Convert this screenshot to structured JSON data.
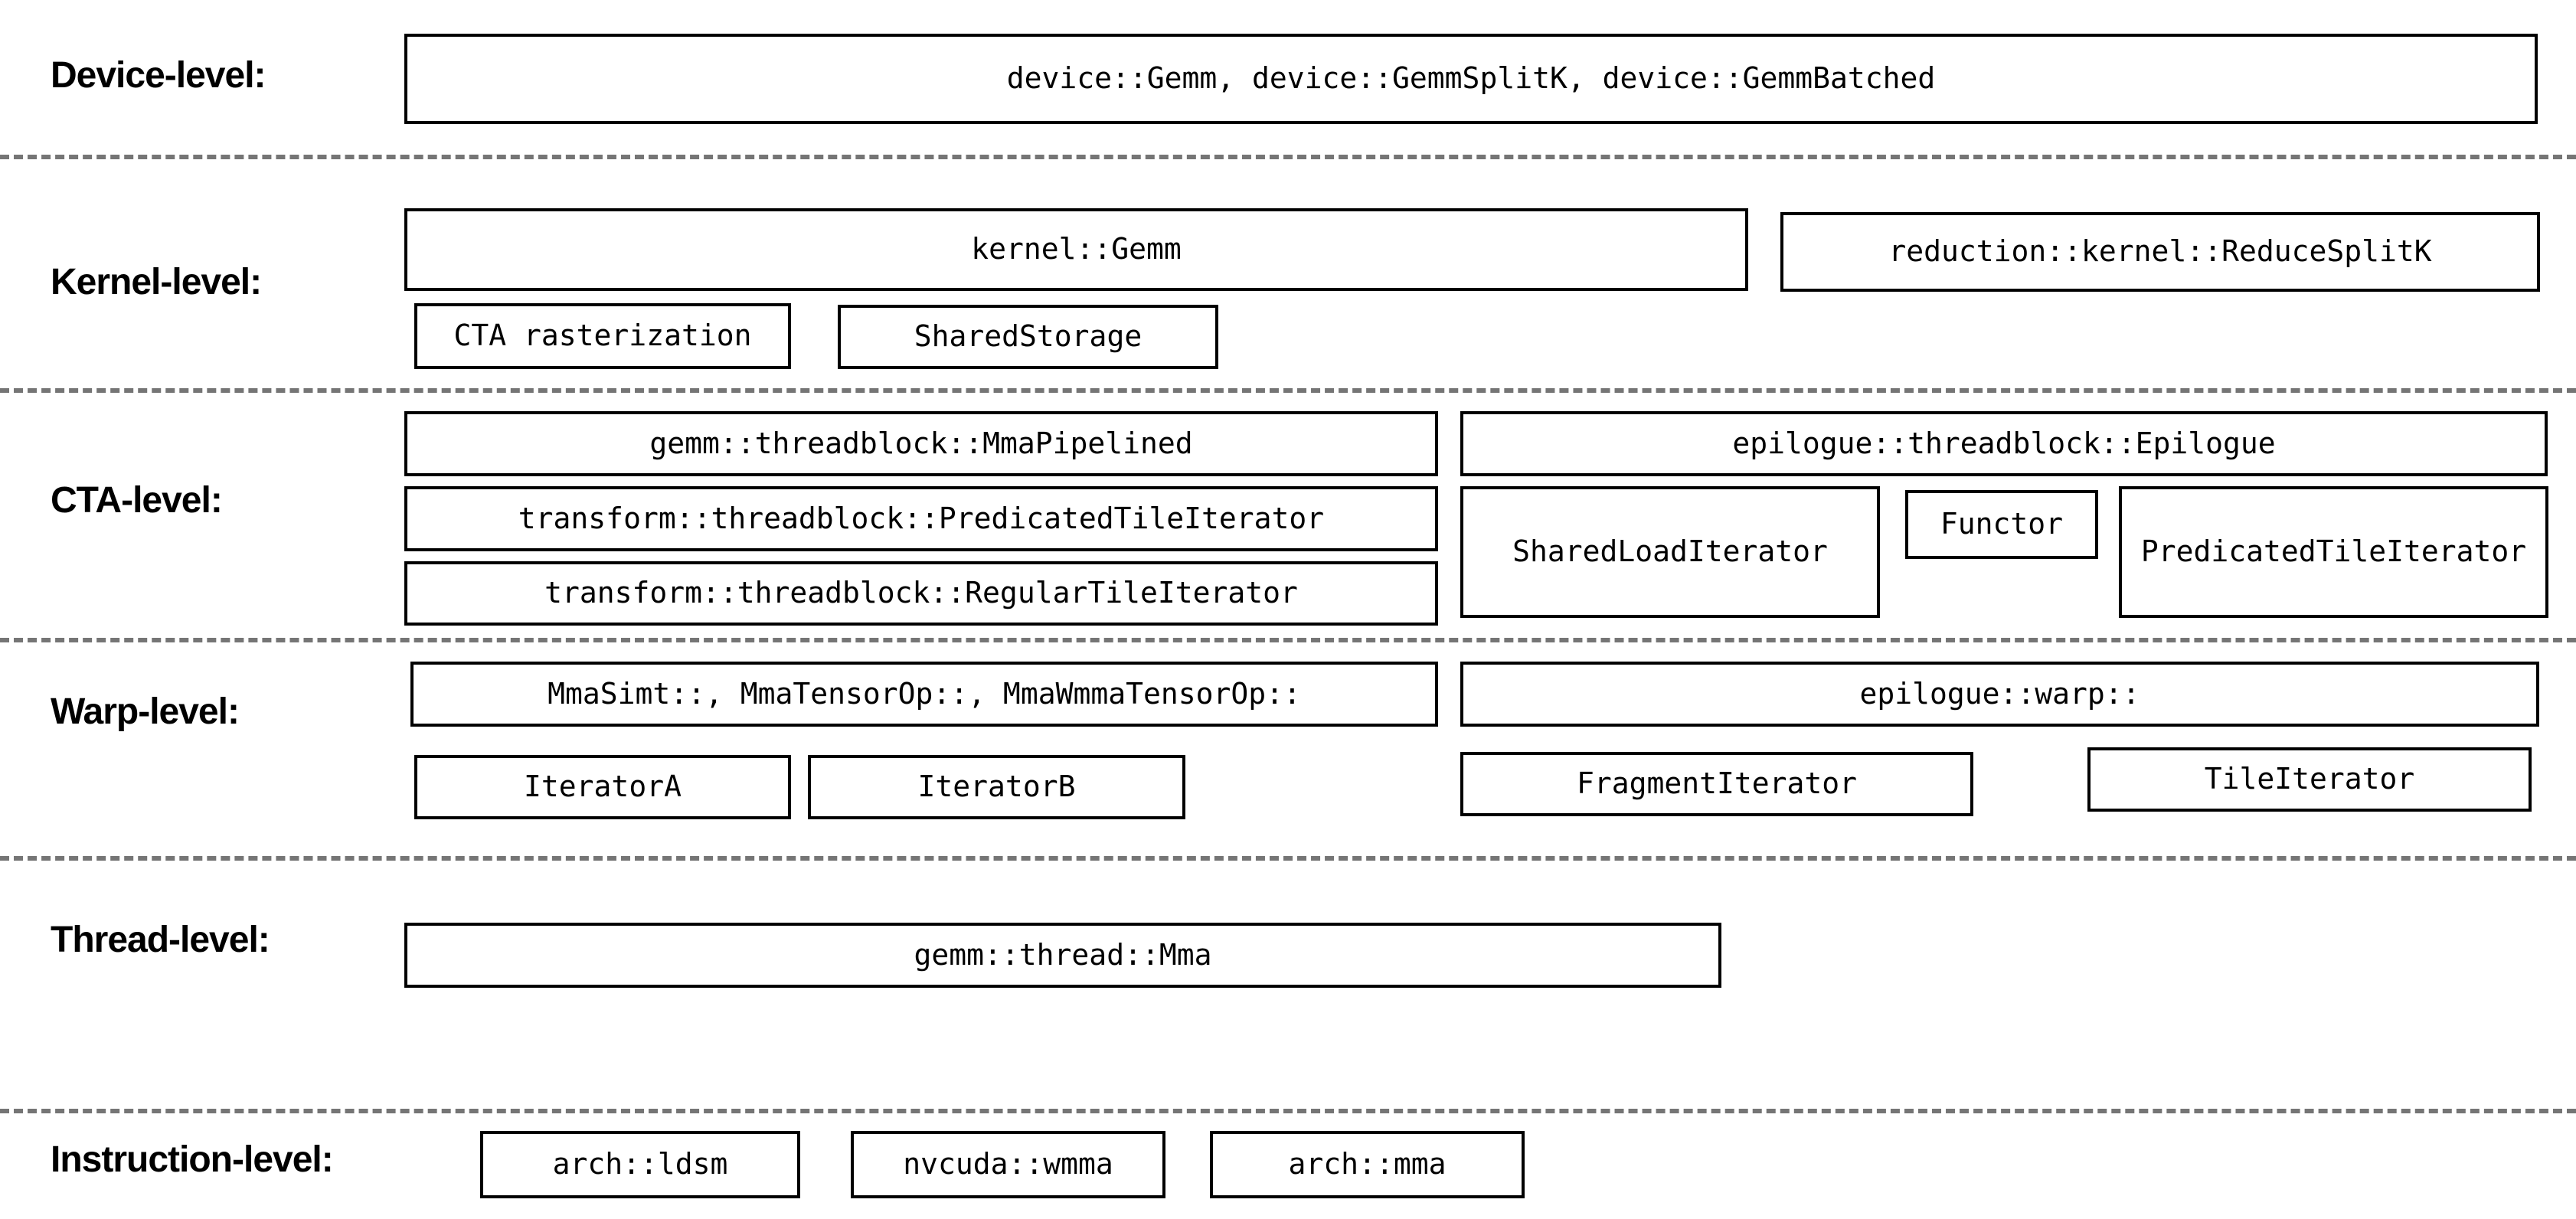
{
  "colors": {
    "background": "#ffffff",
    "box_border": "#000000",
    "text": "#000000",
    "dashed_separator": "#757575"
  },
  "levels": {
    "device": {
      "label": "Device-level:",
      "main_box": "device::Gemm, device::GemmSplitK, device::GemmBatched"
    },
    "kernel": {
      "label": "Kernel-level:",
      "gemm_box": "kernel::Gemm",
      "reduce_splitk_box": "reduction::kernel::ReduceSplitK",
      "cta_rasterization_box": "CTA rasterization",
      "shared_storage_box": "SharedStorage"
    },
    "cta": {
      "label": "CTA-level:",
      "mma_pipelined_box": "gemm::threadblock::MmaPipelined",
      "predicated_tile_iterator_box": "transform::threadblock::PredicatedTileIterator",
      "regular_tile_iterator_box": "transform::threadblock::RegularTileIterator",
      "epilogue_box": "epilogue::threadblock::Epilogue",
      "shared_load_iterator_box": "SharedLoadIterator",
      "functor_box": "Functor",
      "epilogue_predicated_tile_iterator_box": "PredicatedTileIterator"
    },
    "warp": {
      "label": "Warp-level:",
      "mma_box": "MmaSimt::, MmaTensorOp::, MmaWmmaTensorOp::",
      "epilogue_warp_box": "epilogue::warp::",
      "iterator_a_box": "IteratorA",
      "iterator_b_box": "IteratorB",
      "fragment_iterator_box": "FragmentIterator",
      "tile_iterator_box": "TileIterator"
    },
    "thread": {
      "label": "Thread-level:",
      "mma_box": "gemm::thread::Mma"
    },
    "instruction": {
      "label": "Instruction-level:",
      "ldsm_box": "arch::ldsm",
      "wmma_box": "nvcuda::wmma",
      "mma_box": "arch::mma"
    }
  }
}
